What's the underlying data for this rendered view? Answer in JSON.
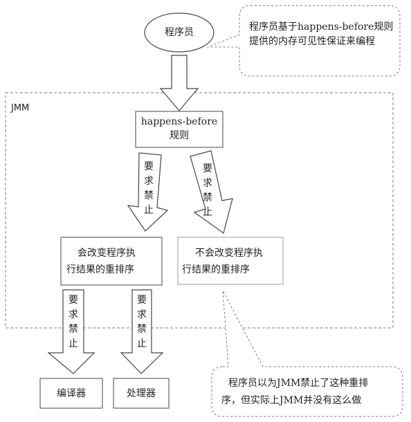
{
  "programmer": "程序员",
  "note_top": "程序员基于happens-before规则提供的内存可见性保证来编程",
  "jmm_label": "JMM",
  "happens_before": {
    "line1": "happens-before",
    "line2": "规则"
  },
  "prohibit": {
    "c1": "要",
    "c2": "求",
    "c3": "禁",
    "c4": "止"
  },
  "change_result": {
    "line1": "会改变程序执",
    "line2": "行结果的重排序"
  },
  "no_change_result": {
    "line1": "不会改变程序执",
    "line2": "行结果的重排序"
  },
  "compiler": "编译器",
  "processor": "处理器",
  "note_bottom": {
    "line1": "程序员以为JMM禁止了这种重排",
    "line2": "序，但实际上JMM并没有这么做"
  }
}
